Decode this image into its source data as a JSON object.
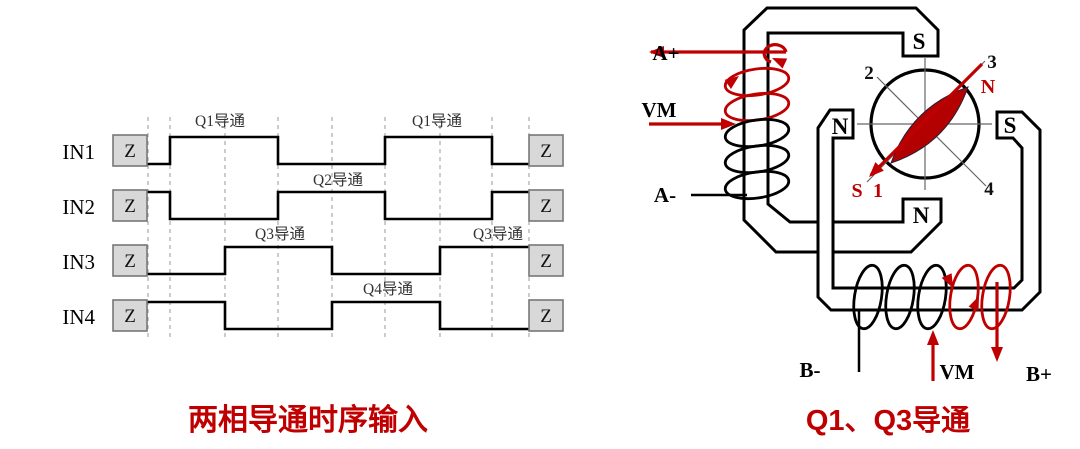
{
  "colors": {
    "accent": "#c00000",
    "lens_fill": "#b30000",
    "grid": "#9a9a9a",
    "zbox_fill": "#d8d8d8",
    "zbox_border": "#777777",
    "q_label": "#333333",
    "line": "#000000"
  },
  "left_panel": {
    "caption": "两相导通时序输入",
    "z_label": "Z",
    "conduction_labels": [
      "Q1导通",
      "Q2导通",
      "Q3导通",
      "Q4导通",
      "Q1导通",
      "Q3导通"
    ],
    "signals": [
      {
        "label": "IN1",
        "start": "low",
        "toggles_x": [
          170,
          278,
          385,
          492
        ]
      },
      {
        "label": "IN2",
        "start": "high",
        "toggles_x": [
          170,
          278,
          385,
          492
        ]
      },
      {
        "label": "IN3",
        "start": "low",
        "toggles_x": [
          225,
          332,
          440
        ]
      },
      {
        "label": "IN4",
        "start": "high",
        "toggles_x": [
          225,
          332,
          440
        ]
      }
    ],
    "gridlines_x": [
      148,
      170,
      225,
      278,
      332,
      385,
      440,
      492,
      529
    ]
  },
  "right_panel": {
    "caption": "Q1、Q3导通",
    "terminals": {
      "a_plus": "A+",
      "vm_a": "VM",
      "a_minus": "A-",
      "b_minus": "B-",
      "vm_b": "VM",
      "b_plus": "B+"
    },
    "poles": {
      "top": "S",
      "left": "N",
      "right": "S",
      "bottom": "N"
    },
    "rotor": {
      "pos1": "1",
      "pos2": "2",
      "pos3": "3",
      "pos4": "4",
      "needle_n": "N",
      "needle_s": "S"
    }
  }
}
